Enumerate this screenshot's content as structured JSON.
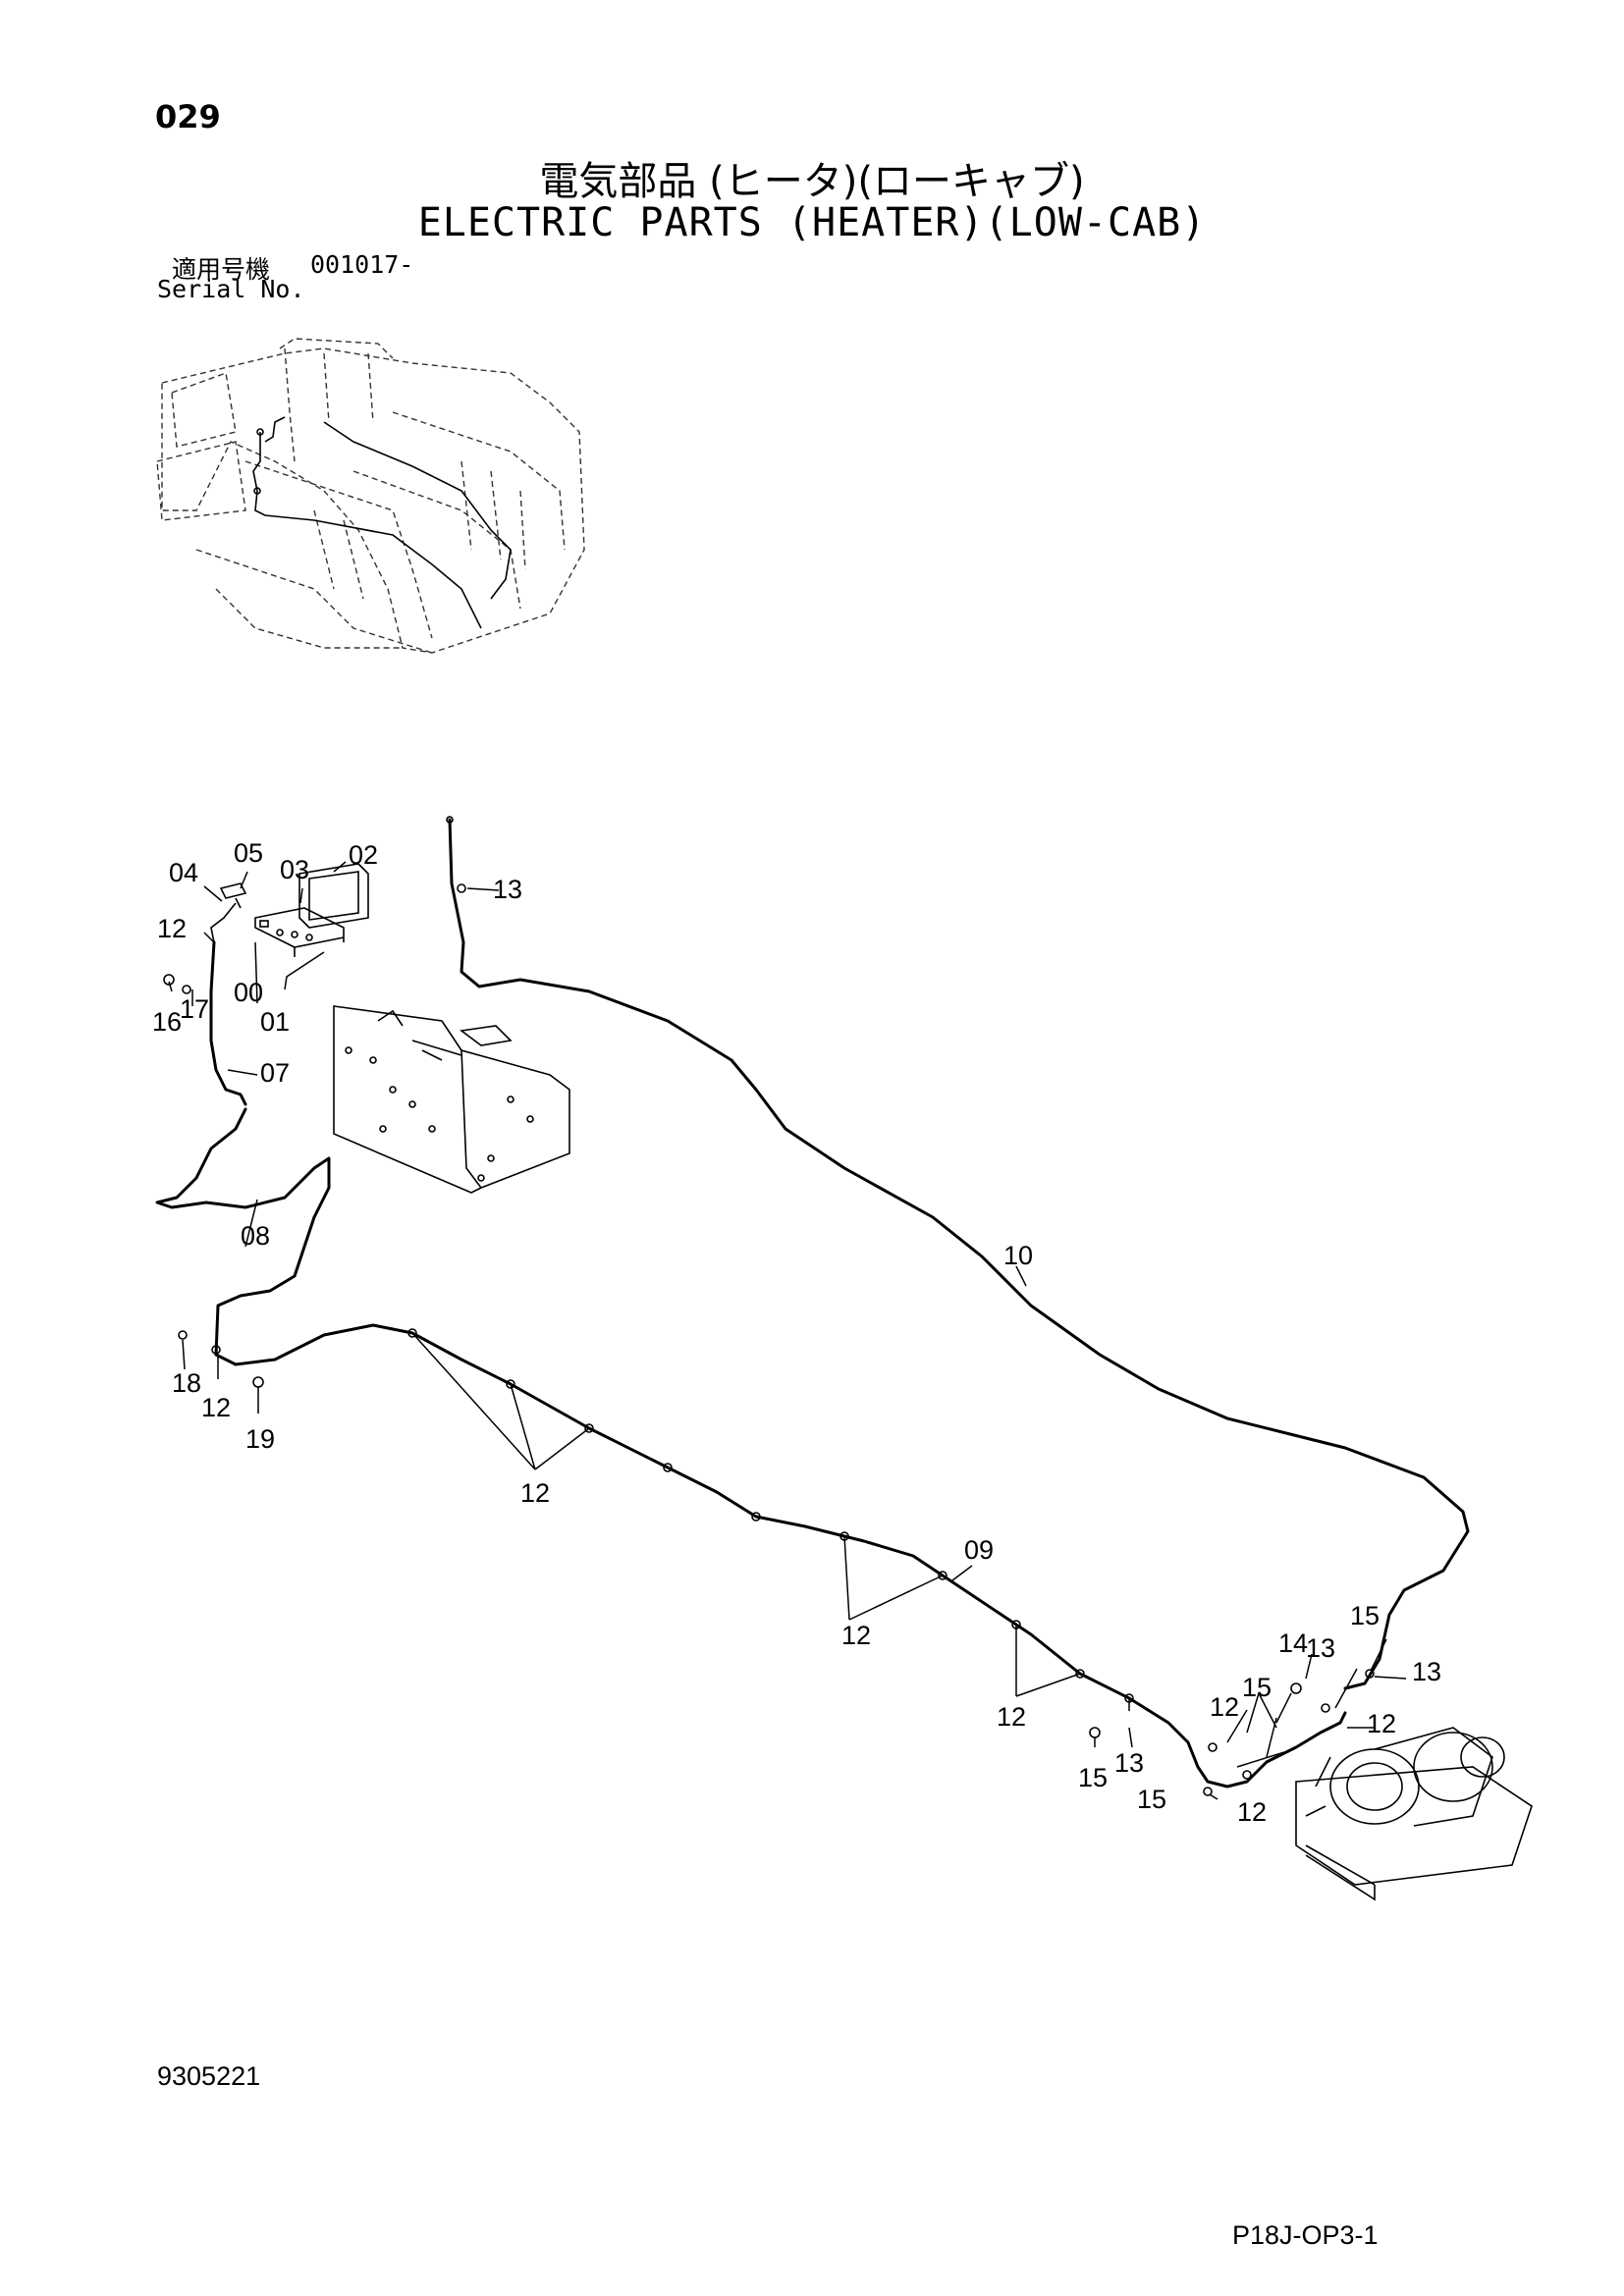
{
  "header": {
    "page_number": "029",
    "title_jp": "電気部品 (ヒータ)(ローキャブ)",
    "title_en": "ELECTRIC PARTS (HEATER)(LOW-CAB)",
    "serial_label_jp": "適用号機",
    "serial_value": "001017-",
    "serial_label_en": "Serial No."
  },
  "callouts": {
    "c00": "00",
    "c01": "01",
    "c02": "02",
    "c03": "03",
    "c04": "04",
    "c05": "05",
    "c07": "07",
    "c08": "08",
    "c09": "09",
    "c10": "10",
    "c12a": "12",
    "c12b": "12",
    "c12c": "12",
    "c12d": "12",
    "c12e": "12",
    "c12f": "12",
    "c12g": "12",
    "c12h": "12",
    "c13a": "13",
    "c13b": "13",
    "c13c": "13",
    "c13d": "13",
    "c14": "14",
    "c15a": "15",
    "c15b": "15",
    "c15c": "15",
    "c15d": "15",
    "c16": "16",
    "c17": "17",
    "c18": "18",
    "c19": "19"
  },
  "footer": {
    "doc_number": "9305221",
    "page_code": "P18J-OP3-1"
  }
}
